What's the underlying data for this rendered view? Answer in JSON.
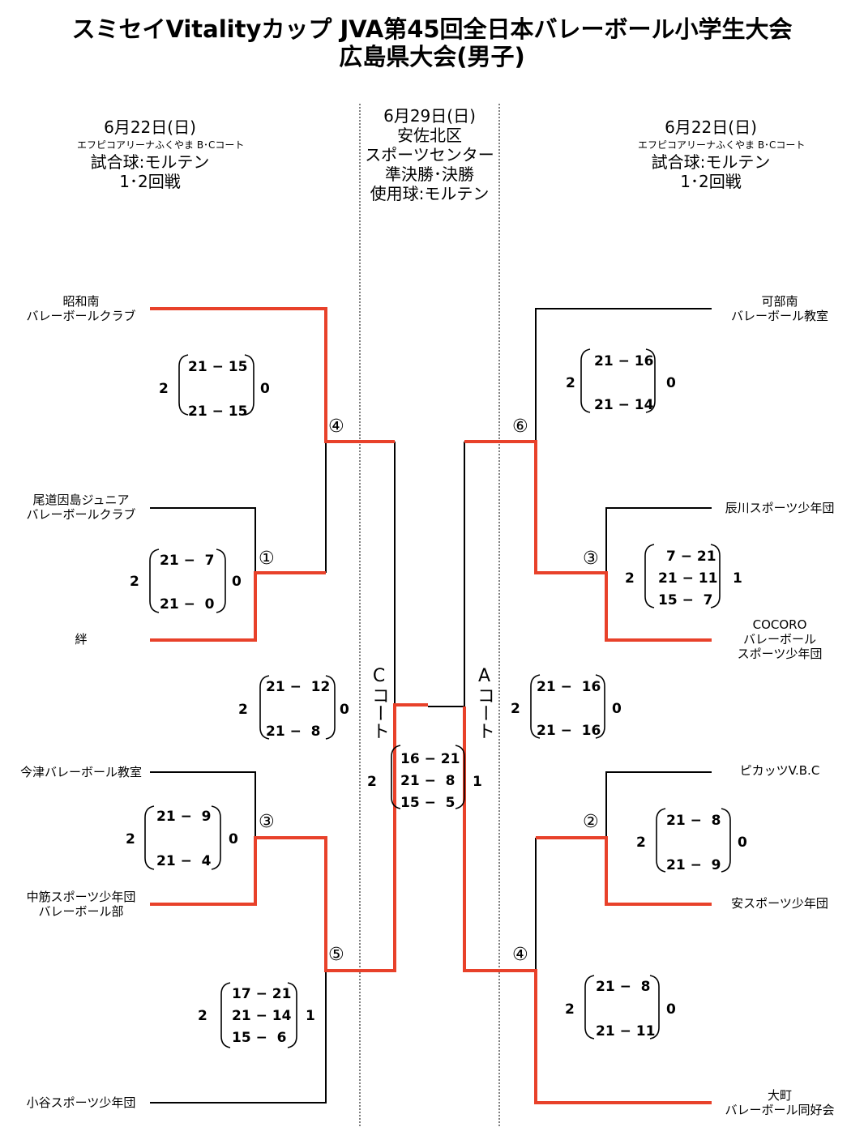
{
  "title": {
    "line1": "スミセイVitalityカップ JVA第45回全日本バレーボール小学生大会",
    "line2": "広島県大会(男子)"
  },
  "headers": {
    "left": {
      "date": "6月22日(日)",
      "venue": "エフピコアリーナふくやま B･Cコート",
      "ball": "試合球:モルテン",
      "round": "1･2回戦"
    },
    "center": {
      "date": "6月29日(日)",
      "venue1": "安佐北区",
      "venue2": "スポーツセンター",
      "round": "準決勝･決勝",
      "ball": "使用球:モルテン"
    },
    "right": {
      "date": "6月22日(日)",
      "venue": "エフピコアリーナふくやま B･Cコート",
      "ball": "試合球:モルテン",
      "round": "1･2回戦"
    }
  },
  "courts": {
    "c": "Cコート",
    "a": "Aコート"
  },
  "teams_left": [
    {
      "line1": "昭和南",
      "line2": "バレーボールクラブ"
    },
    {
      "line1": "尾道因島ジュニア",
      "line2": "バレーボールクラブ"
    },
    {
      "line1": "絆",
      "line2": ""
    },
    {
      "line1": "今津バレーボール教室",
      "line2": ""
    },
    {
      "line1": "中筋スポーツ少年団",
      "line2": "バレーボール部"
    },
    {
      "line1": "小谷スポーツ少年団",
      "line2": ""
    }
  ],
  "teams_right": [
    {
      "line1": "可部南",
      "line2": "バレーボール教室",
      "line3": ""
    },
    {
      "line1": "辰川スポーツ少年団",
      "line2": "",
      "line3": ""
    },
    {
      "line1": "COCORO",
      "line2": "バレーボール",
      "line3": "スポーツ少年団"
    },
    {
      "line1": "ピカッツV.B.C",
      "line2": "",
      "line3": ""
    },
    {
      "line1": "安スポーツ少年団",
      "line2": "",
      "line3": ""
    },
    {
      "line1": "大町",
      "line2": "バレーボール同好会",
      "line3": ""
    }
  ],
  "match_numbers": {
    "l4": "④",
    "l1": "①",
    "l3": "③",
    "l5": "⑤",
    "r6": "⑥",
    "r3": "③",
    "r2": "②",
    "r4": "④"
  },
  "scores": {
    "L_top": {
      "left": "2",
      "right": "0",
      "sets": [
        "21 − 15",
        "21 − 15"
      ]
    },
    "L_m1": {
      "left": "2",
      "right": "0",
      "sets": [
        "21 −  7",
        "21 −  0"
      ]
    },
    "L_semi": {
      "left": "2",
      "right": "0",
      "sets": [
        "21 −  12",
        "21 −  8"
      ]
    },
    "L_m3": {
      "left": "2",
      "right": "0",
      "sets": [
        "21 −  9",
        "21 −  4"
      ]
    },
    "L_m5": {
      "left": "2",
      "right": "1",
      "sets": [
        "17 − 21",
        "21 − 14",
        "15 −  6"
      ]
    },
    "final": {
      "left": "2",
      "right": "1",
      "sets": [
        "16 − 21",
        "21 −  8",
        "15 −  5"
      ]
    },
    "R_top": {
      "left": "2",
      "right": "0",
      "sets": [
        "21 − 16",
        "21 − 14"
      ]
    },
    "R_m3": {
      "left": "2",
      "right": "1",
      "sets": [
        "7 − 21",
        "21 − 11",
        "15 −  7"
      ]
    },
    "R_semi": {
      "left": "2",
      "right": "0",
      "sets": [
        "21 −  16",
        "21 −  16"
      ]
    },
    "R_m2": {
      "left": "2",
      "right": "0",
      "sets": [
        "21 −  8",
        "21 −  9"
      ]
    },
    "R_m4": {
      "left": "2",
      "right": "0",
      "sets": [
        "21 −  8",
        "21 − 11"
      ]
    }
  },
  "colors": {
    "winner": "#e8412a",
    "line": "#000000"
  }
}
